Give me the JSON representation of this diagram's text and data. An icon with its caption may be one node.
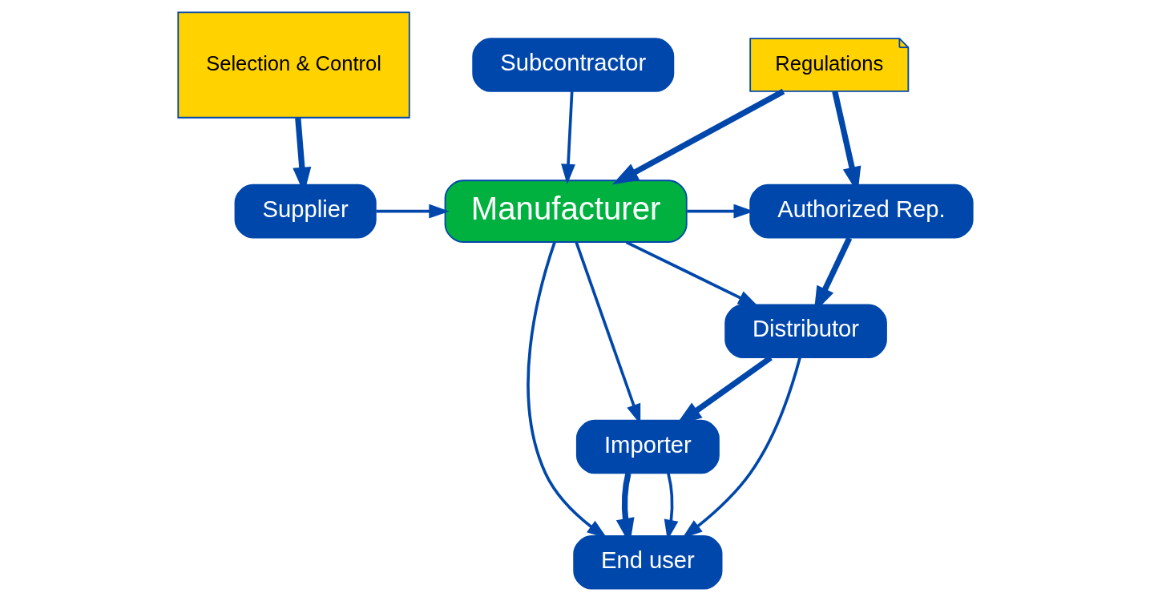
{
  "diagram": {
    "nodes": [
      {
        "text": [
          "Selection & Control"
        ]
      },
      {
        "text": [
          "Regulations"
        ]
      },
      {
        "text": [
          "Supplier"
        ]
      },
      {
        "text": [
          "Subcontractor"
        ]
      },
      {
        "text": [
          "Manufacturer"
        ]
      },
      {
        "text": [
          "Authorized Rep."
        ]
      },
      {
        "text": [
          "Distributor"
        ]
      },
      {
        "text": [
          "Importer"
        ]
      },
      {
        "text": [
          "End user"
        ]
      }
    ],
    "edges": [
      {
        "from": 0,
        "to": 2,
        "arrow": "to",
        "style": "thick"
      },
      {
        "from": 1,
        "to": 4,
        "arrow": "to",
        "style": "thick"
      },
      {
        "from": 1,
        "to": 5,
        "arrow": "to",
        "style": "thick"
      },
      {
        "from": 2,
        "to": 4,
        "arrow": "to"
      },
      {
        "from": 3,
        "to": 4,
        "arrow": "to"
      },
      {
        "from": 4,
        "to": 5,
        "arrow": "to"
      },
      {
        "from": 4,
        "to": 6,
        "arrow": "to"
      },
      {
        "from": 4,
        "to": 7,
        "arrow": "to"
      },
      {
        "from": 4,
        "to": 8,
        "arrow": "to"
      },
      {
        "from": 5,
        "to": 6,
        "arrow": "to",
        "style": "thick"
      },
      {
        "from": 6,
        "to": 7,
        "arrow": "to",
        "style": "thick"
      },
      {
        "from": 7,
        "to": 8,
        "arrow": "to",
        "style": "thick"
      },
      {
        "from": 6,
        "to": 8,
        "arrow": "to"
      },
      {
        "from": 7,
        "to": 8,
        "arrow": "to"
      }
    ]
  }
}
